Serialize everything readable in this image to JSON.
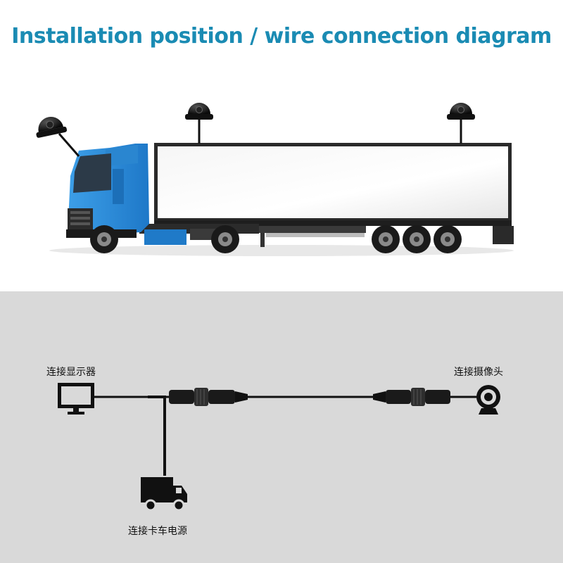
{
  "header": {
    "title": "Installation position / wire connection diagram"
  },
  "wiring": {
    "monitor_label": "连接显示器",
    "camera_label": "连接摄像头",
    "power_label": "连接卡车电源"
  },
  "colors": {
    "title": "#1a8bb3",
    "truck_cab": "#2f8fd8",
    "bottom_background": "#d9d9d9",
    "cable": "#111111"
  },
  "icons": [
    "dome-camera-icon",
    "monitor-icon",
    "webcam-icon",
    "truck-icon",
    "connector-icon"
  ]
}
